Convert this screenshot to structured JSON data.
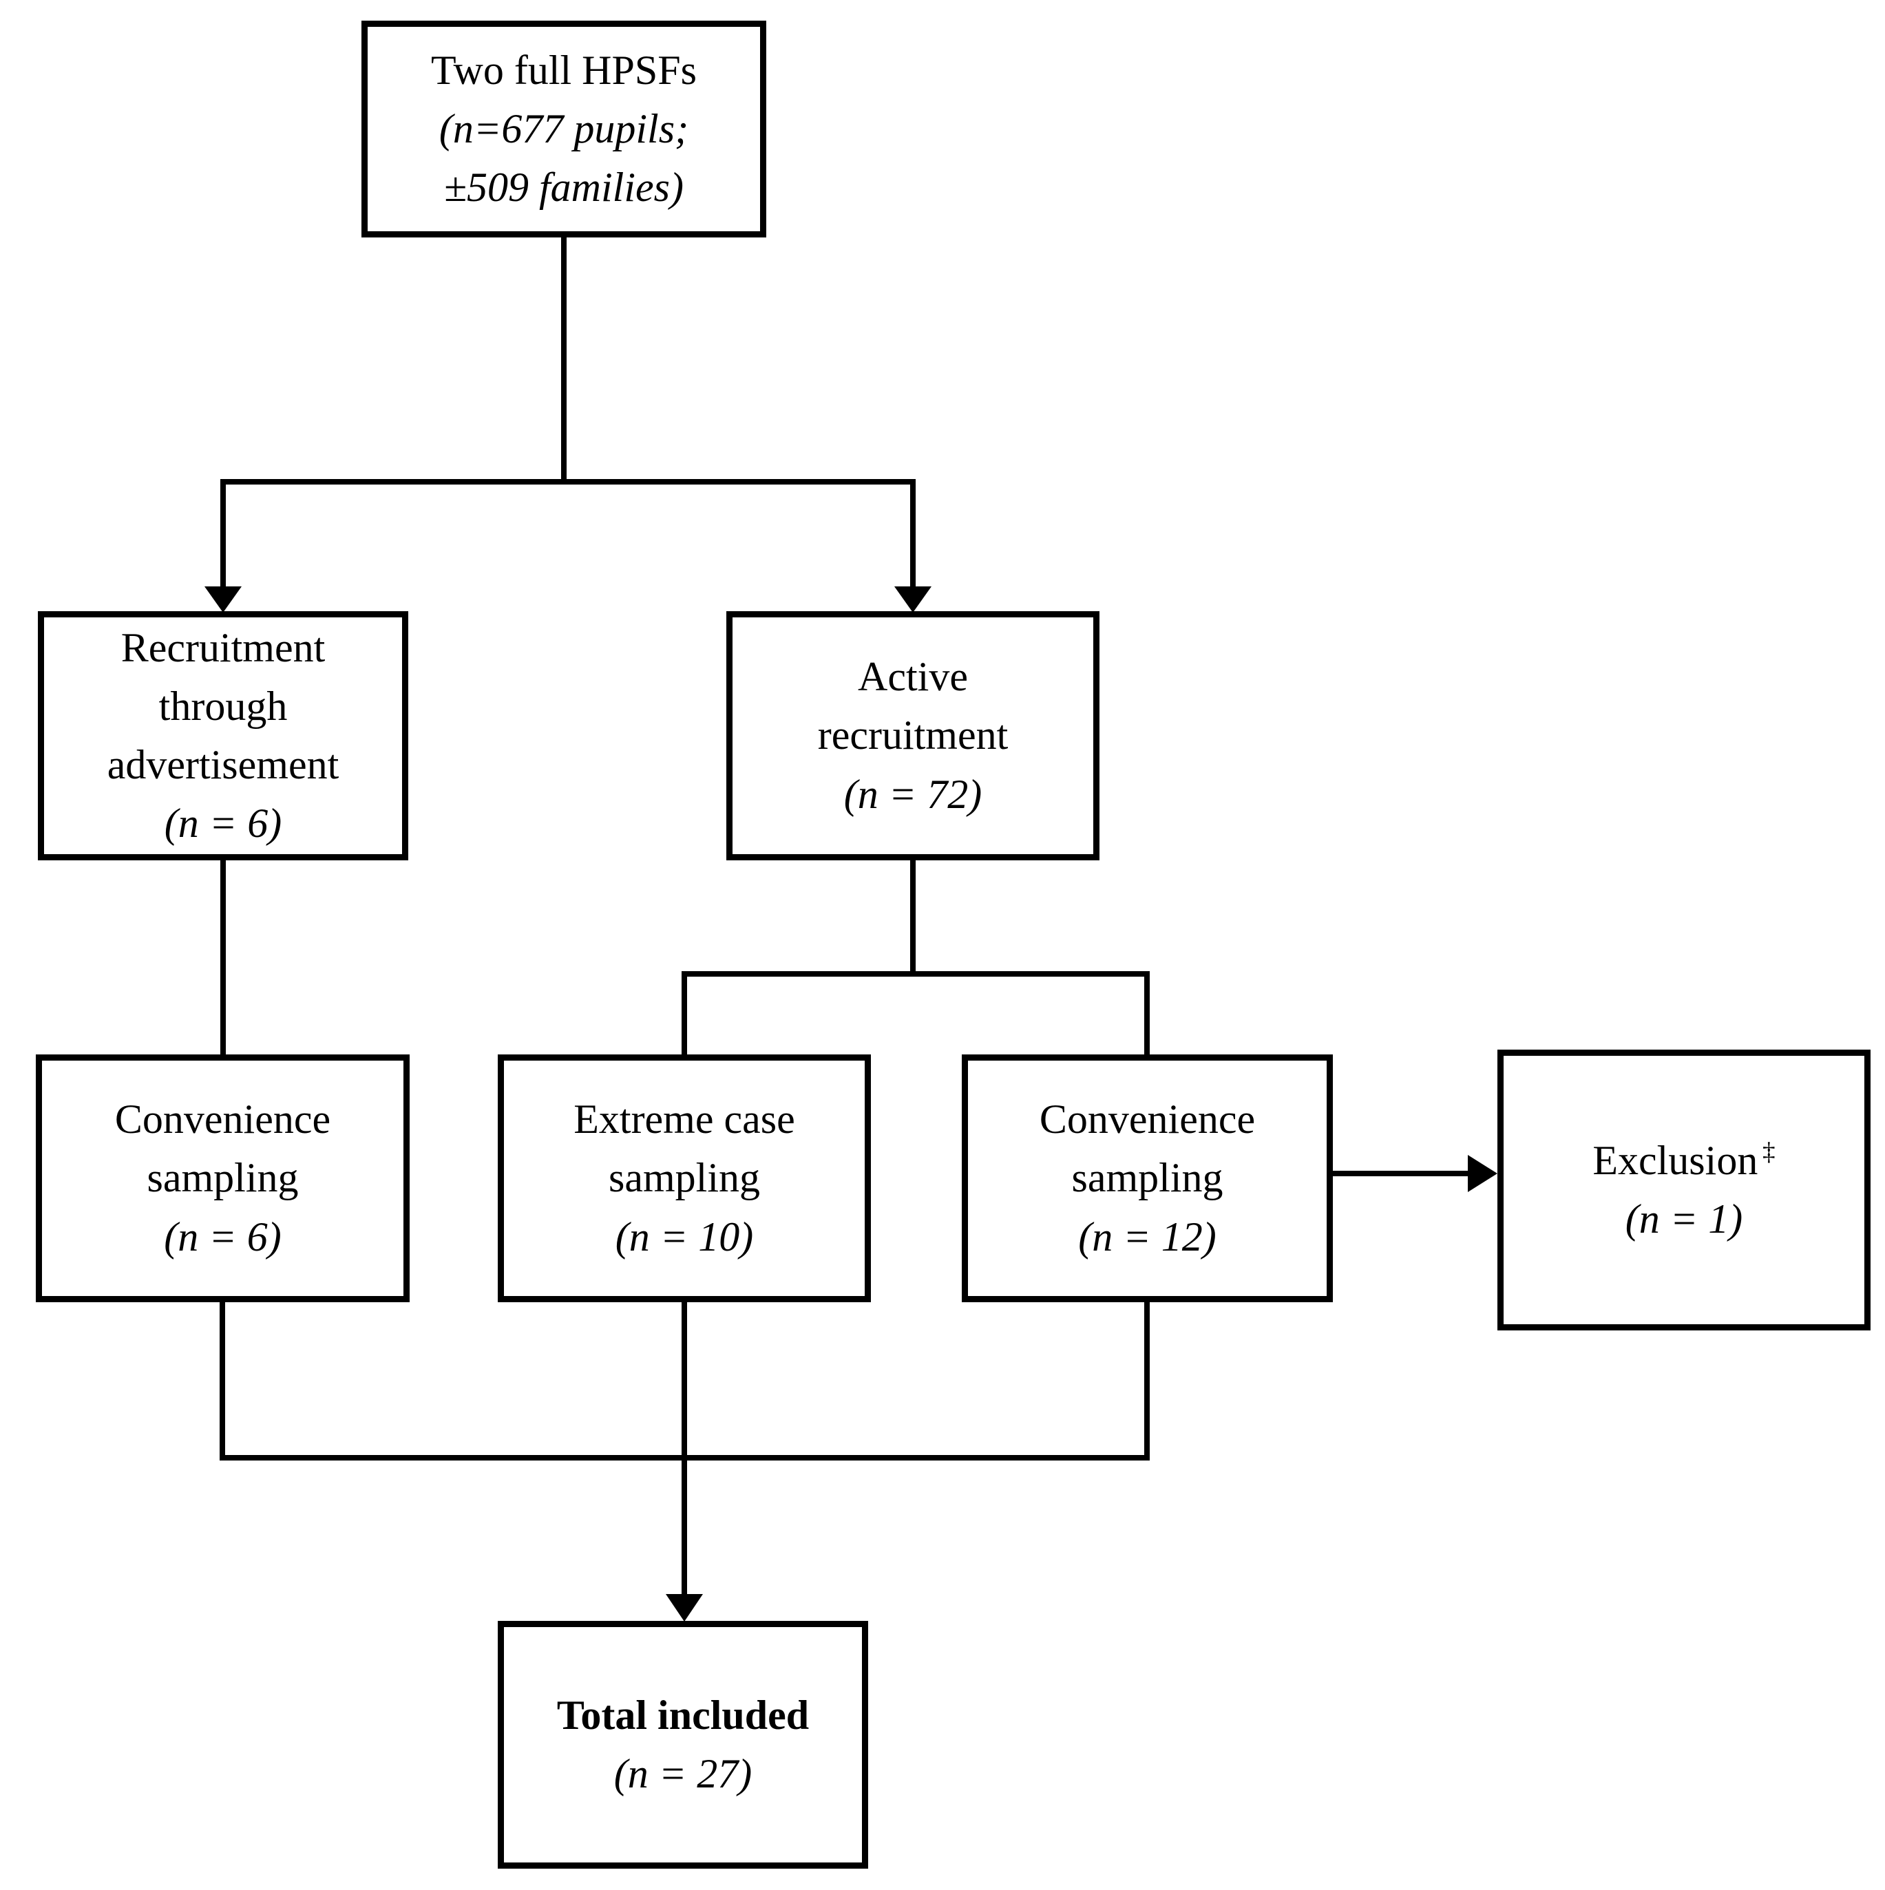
{
  "figure": {
    "type": "flowchart",
    "colors": {
      "line": "#000000",
      "background": "#ffffff",
      "box_fill": "#ffffff",
      "text": "#000000"
    },
    "nodes": {
      "source": {
        "line1": "Two full HPSFs",
        "line2": "(n=677 pupils;",
        "line3": "±509 families)"
      },
      "advert": {
        "line1": "Recruitment",
        "line2": "through",
        "line3": "advertisement",
        "n": "(n = 6)"
      },
      "active": {
        "line1": "Active",
        "line2": "recruitment",
        "n": "(n = 72)"
      },
      "conv6": {
        "line1": "Convenience",
        "line2": "sampling",
        "n": "(n = 6)"
      },
      "extreme": {
        "line1": "Extreme case",
        "line2": "sampling",
        "n": "(n = 10)"
      },
      "conv12": {
        "line1": "Convenience",
        "line2": "sampling",
        "n": "(n = 12)"
      },
      "exclusion": {
        "label": "Exclusion",
        "sup": "‡",
        "n": "(n = 1)"
      },
      "total": {
        "label": "Total included",
        "n": "(n = 27)"
      }
    },
    "edges": [
      {
        "from": "source",
        "to": "advert",
        "arrowhead": true
      },
      {
        "from": "source",
        "to": "active",
        "arrowhead": true
      },
      {
        "from": "advert",
        "to": "conv6",
        "arrowhead": false
      },
      {
        "from": "active",
        "to": "extreme",
        "arrowhead": false
      },
      {
        "from": "active",
        "to": "conv12",
        "arrowhead": false
      },
      {
        "from": "conv12",
        "to": "exclusion",
        "arrowhead": true
      },
      {
        "from": "conv6",
        "to": "total",
        "arrowhead": true,
        "via": "merge-line"
      },
      {
        "from": "extreme",
        "to": "total",
        "arrowhead": true,
        "via": "merge-line"
      },
      {
        "from": "conv12",
        "to": "total",
        "arrowhead": true,
        "via": "merge-line"
      }
    ]
  }
}
